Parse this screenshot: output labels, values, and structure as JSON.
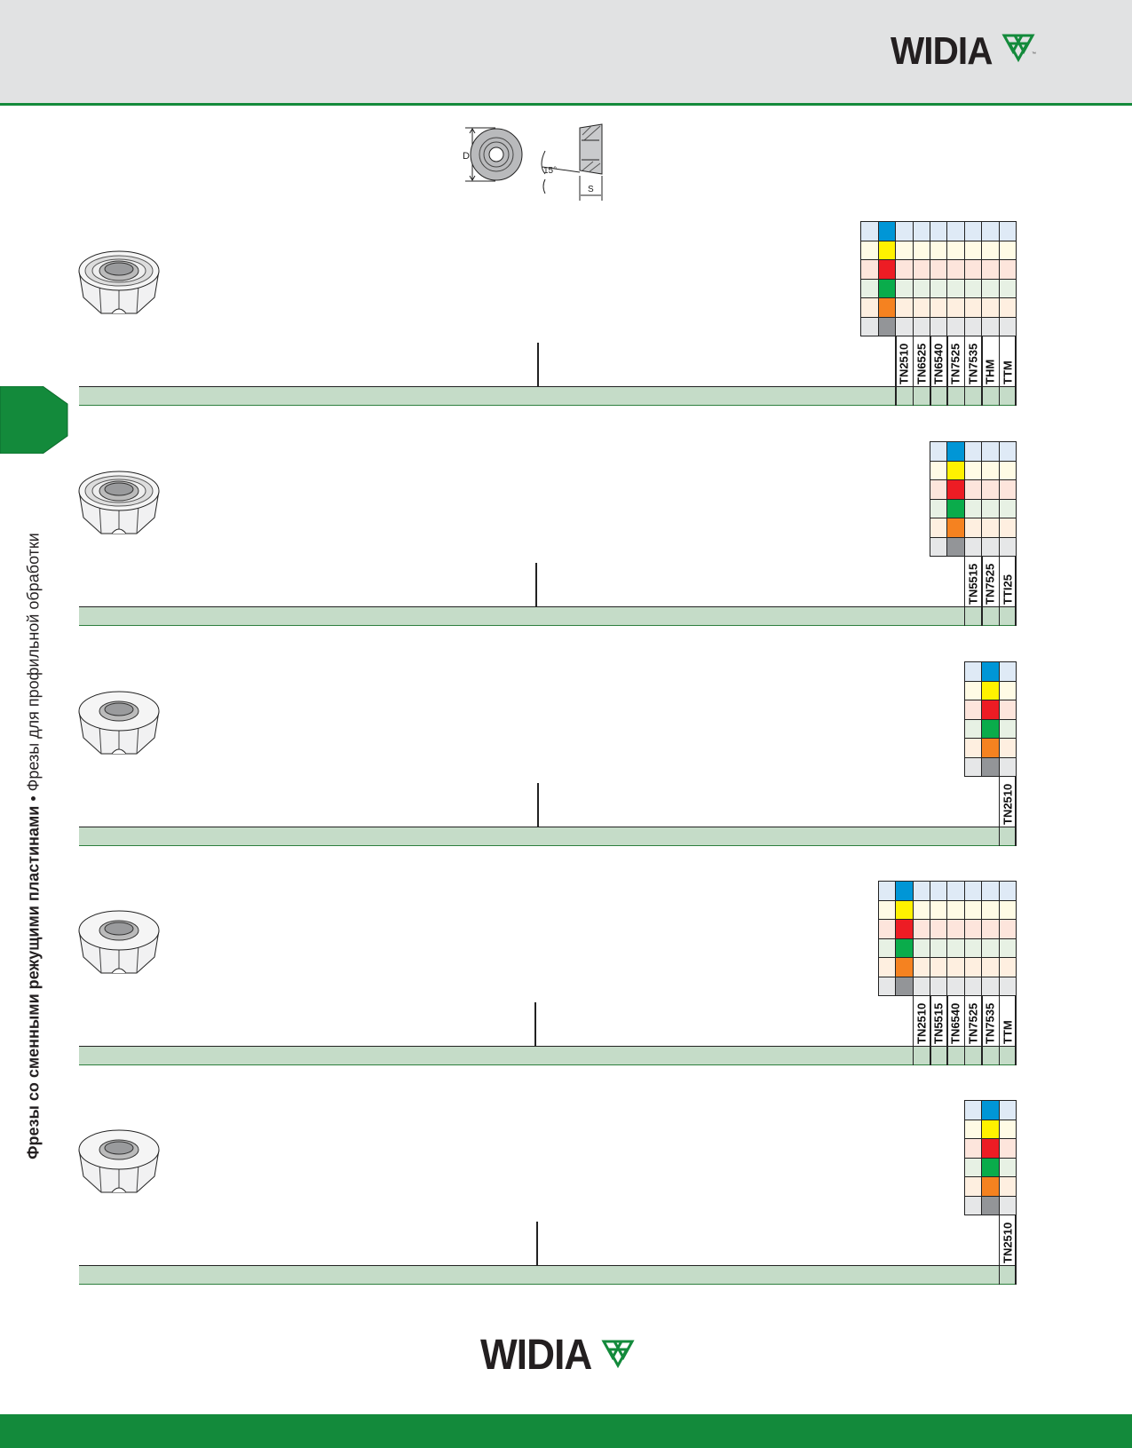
{
  "brand": {
    "name": "WIDIA",
    "tm": "™",
    "green": "#138a3b"
  },
  "side_text": {
    "bold": "Фрезы со сменными режущими пластинами",
    "separator": " • ",
    "regular": "Фрезы для профильной обработки"
  },
  "diagram": {
    "dim_d": "D",
    "dim_s": "S",
    "angle": "15°"
  },
  "material_colors": [
    {
      "strong": "#0096d6",
      "light": "#dfeaf6"
    },
    {
      "strong": "#fff200",
      "light": "#fffbe5"
    },
    {
      "strong": "#ed1c24",
      "light": "#fde5dc"
    },
    {
      "strong": "#0aac4b",
      "light": "#e7f1e4"
    },
    {
      "strong": "#f58220",
      "light": "#feefe0"
    },
    {
      "strong": "#939598",
      "light": "#e6e7e8"
    }
  ],
  "sections": [
    {
      "grades": [
        "TN2510",
        "TN6525",
        "TN6540",
        "TN7525",
        "TN7535",
        "THM",
        "TTM"
      ],
      "insert": "chipbreaker"
    },
    {
      "grades": [
        "TN5515",
        "TN7525",
        "TTI25"
      ],
      "insert": "chipbreaker"
    },
    {
      "grades": [
        "TN2510"
      ],
      "insert": "flat"
    },
    {
      "grades": [
        "TN2510",
        "TN5515",
        "TN6540",
        "TN7525",
        "TN7535",
        "TTM"
      ],
      "insert": "flat"
    },
    {
      "grades": [
        "TN2510"
      ],
      "insert": "flat"
    }
  ]
}
